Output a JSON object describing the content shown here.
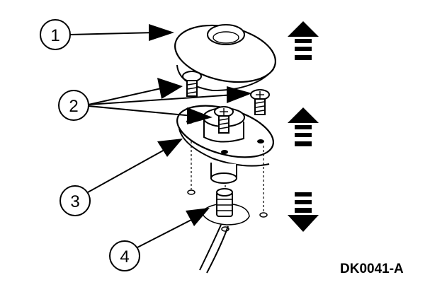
{
  "figure_id": "DK0041-A",
  "callouts": [
    {
      "number": "1"
    },
    {
      "number": "2"
    },
    {
      "number": "3"
    },
    {
      "number": "4"
    }
  ],
  "direction_arrows": [
    "arrow-up-icon",
    "arrow-up-icon",
    "arrow-down-icon"
  ],
  "parts": [
    "cover",
    "screws",
    "base",
    "antenna-cable-connector"
  ],
  "colors": {
    "ink": "#000000",
    "background": "#ffffff"
  }
}
